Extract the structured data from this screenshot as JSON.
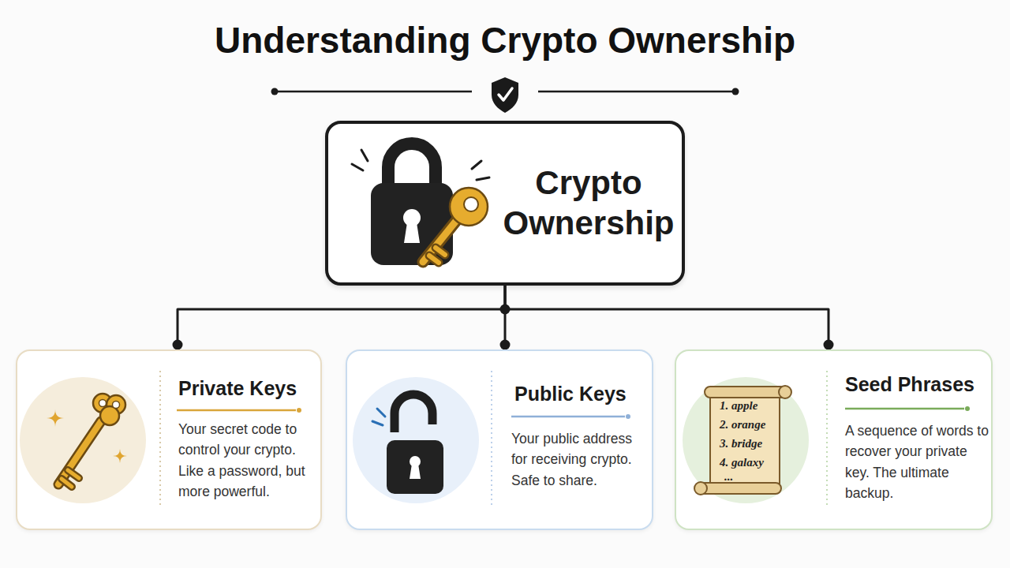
{
  "diagram": {
    "title": "Understanding Crypto Ownership",
    "nodes": [
      {
        "text": [
          "Crypto Ownership"
        ]
      },
      {
        "text": [
          "Private Keys",
          "Your secret code to control your crypto. Like a password, but more powerful."
        ]
      },
      {
        "text": [
          "Public Keys",
          "Your public address for receiving crypto. Safe to share."
        ]
      },
      {
        "text": [
          "Seed Phrases",
          "A sequence of words to recover your private key. The ultimate backup."
        ]
      }
    ],
    "edges": [
      {
        "from": 0,
        "to": 1,
        "arrow": "none"
      },
      {
        "from": 0,
        "to": 2,
        "arrow": "none"
      },
      {
        "from": 0,
        "to": 3,
        "arrow": "none"
      }
    ],
    "labels": [
      "1. apple",
      "2. orange",
      "3. bridge",
      "4. galaxy",
      "..."
    ]
  }
}
